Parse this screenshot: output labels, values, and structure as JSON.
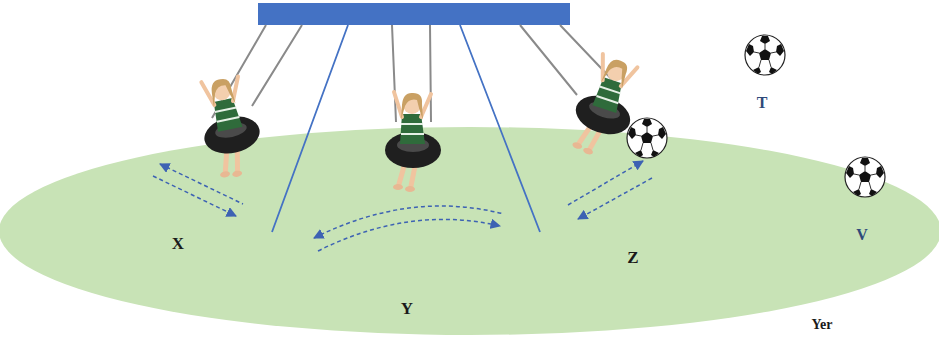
{
  "diagram": {
    "labels": [
      "X",
      "Y",
      "Z",
      "T",
      "V",
      "Yer"
    ]
  }
}
